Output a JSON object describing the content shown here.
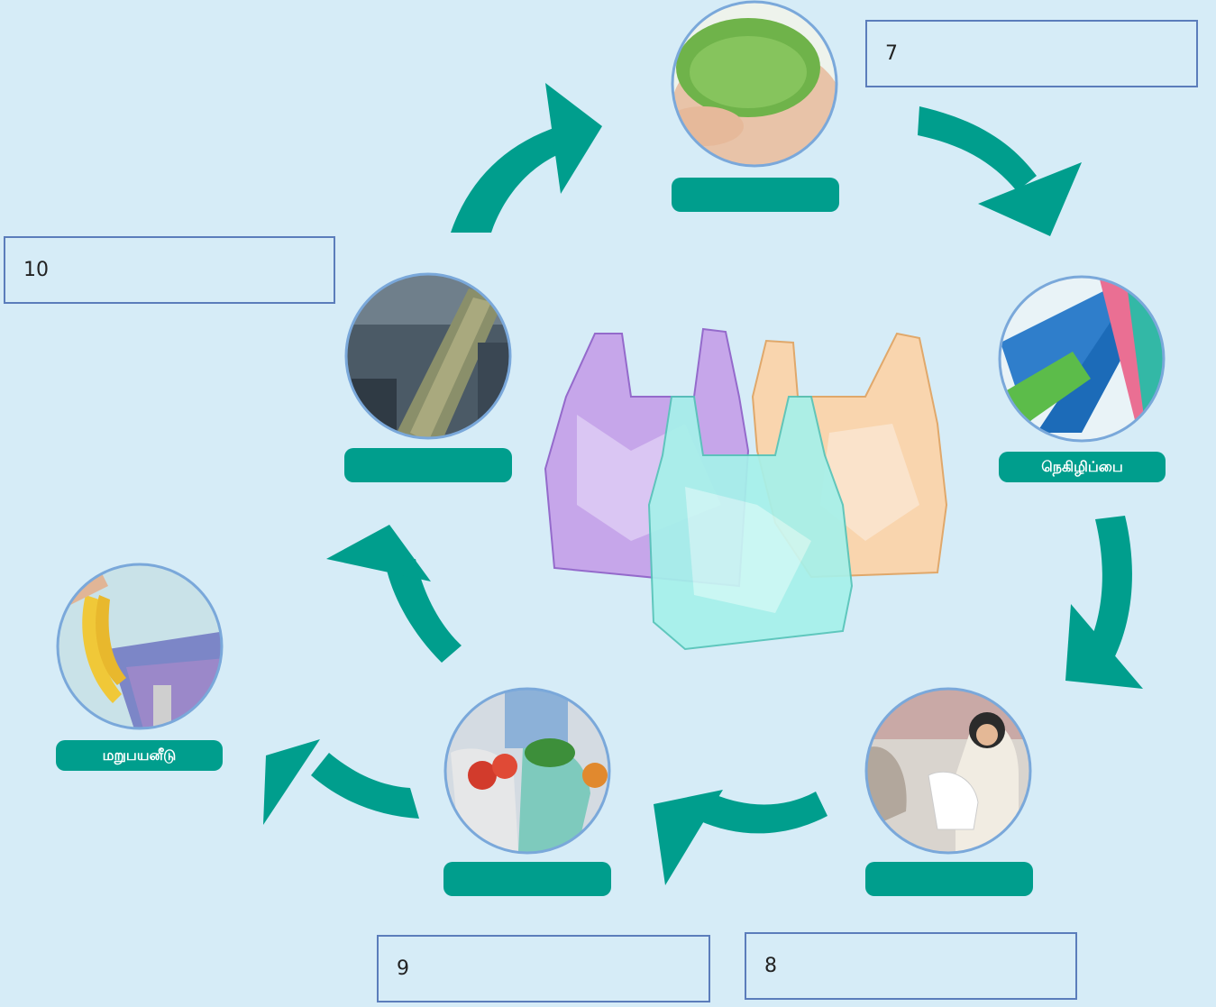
{
  "colors": {
    "background": "#d6ecf7",
    "arrow": "#009e8d",
    "label": "#009e8d",
    "box_border": "#5b7dbb",
    "circle_border": "#7aa8da"
  },
  "answer_boxes": {
    "box7": "7",
    "box8": "8",
    "box9": "9",
    "box10": "10"
  },
  "labels": {
    "melted_bag": "நெகிழிப்பை",
    "reuse": "மறுபயனீடு",
    "granules": "",
    "sorting": "",
    "shopping": "",
    "carrying": ""
  },
  "images": {
    "granules": "hands-holding-green-plastic-granules",
    "melted_bag": "colorful-stretched-plastic",
    "shop": "shop-cashier-handing-plastic-bag",
    "carry": "hands-carrying-plastic-bags-with-vegetables",
    "reuse": "bananas-and-plastic-bin",
    "sorting": "recycling-conveyor-belt",
    "center": "plastic-bags-purple-orange-cyan"
  }
}
